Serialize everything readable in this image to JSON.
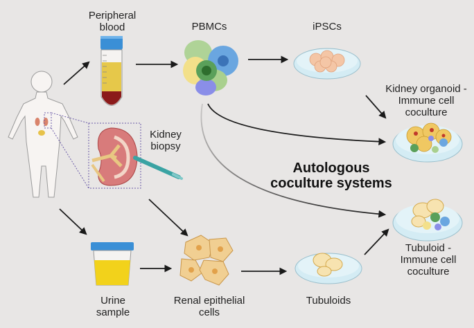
{
  "labels": {
    "peripheral_blood": "Peripheral\nblood",
    "pbmcs": "PBMCs",
    "ipscs": "iPSCs",
    "kidney_organoid": "Kidney organoid -\nImmune cell\ncoculture",
    "kidney_biopsy": "Kidney\nbiopsy",
    "central_title": "Autologous\ncoculture systems",
    "tubuloid_coculture": "Tubuloid -\nImmune cell\ncoculture",
    "urine_sample": "Urine\nsample",
    "renal_epithelial": "Renal epithelial\ncells",
    "tubuloids": "Tubuloids"
  },
  "colors": {
    "background": "#e8e6e5",
    "blood": "#8b1a1a",
    "plasma": "#e6c84a",
    "urine": "#f2d21b",
    "tube_cap": "#3a8fd6",
    "cell_green": "#a9d08e",
    "cell_blue": "#6aa6e0",
    "cell_yellow": "#f3e08a",
    "cell_purple": "#8a8ee8",
    "epithelial": "#f1cf92",
    "kidney": "#d87b7b",
    "dish": "#d4ecf4",
    "arrow": "#1a1a1a"
  }
}
